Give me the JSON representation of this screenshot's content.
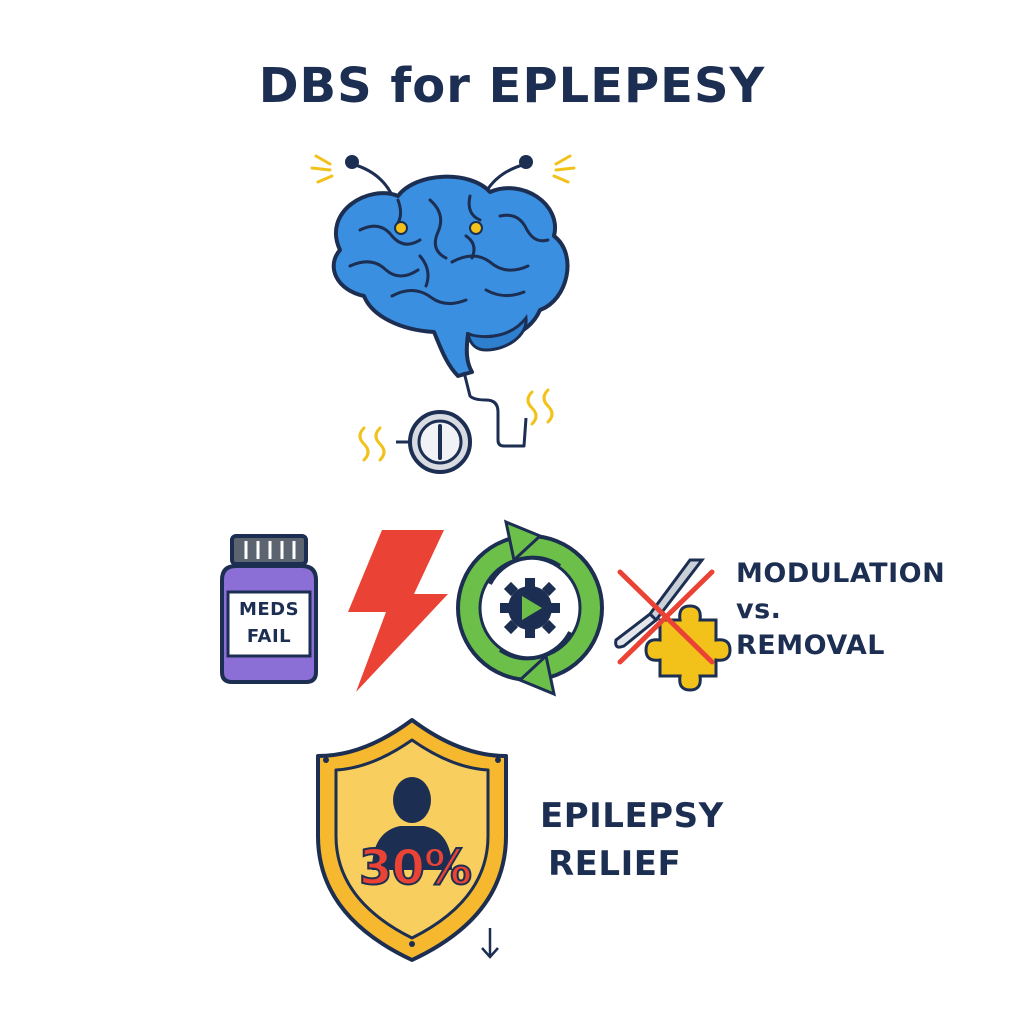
{
  "title": "DBS for EPLEPESY",
  "icons": {
    "brain": "brain-icon",
    "stimulator": "stimulator-icon",
    "medication": "medication-bottle-icon",
    "lightning": "lightning-bolt-icon",
    "cycle": "cycle-arrows-gear-icon",
    "scalpel": "crossed-scalpel-icon",
    "puzzle": "puzzle-piece-icon",
    "shield": "shield-person-icon",
    "arrow": "arrow-down-icon"
  },
  "medication": {
    "line1": "MEDS",
    "line2": "FAIL"
  },
  "modulation": {
    "line1": "MODULATION",
    "line2": "vs.",
    "line3": "REMOVAL"
  },
  "shield": {
    "percent": "30%"
  },
  "relief": {
    "line1": "EPILEPSY",
    "line2": "RELIEF"
  },
  "colors": {
    "navy": "#1c2e52",
    "brain": "#3b8fe0",
    "accent_yellow": "#f2c21b",
    "red": "#ea4335",
    "green": "#6cc04a",
    "purple": "#8c6fd6",
    "shield_gold": "#f5b82e"
  }
}
